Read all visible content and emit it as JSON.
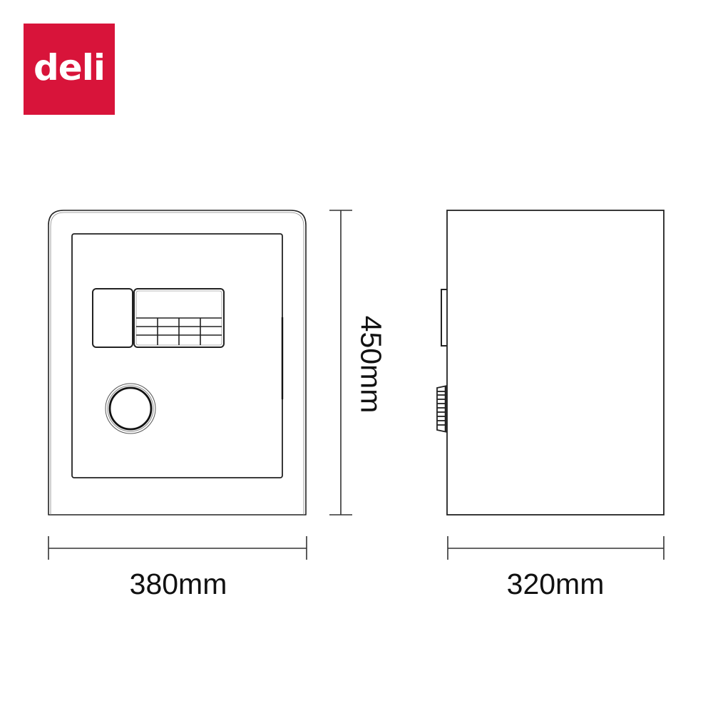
{
  "brand": {
    "logo_text": "deli",
    "logo_color": "#D8143A",
    "logo_text_color": "#FFFFFF"
  },
  "diagram": {
    "title": "Safe dimension drawing",
    "views": [
      {
        "name": "front",
        "parts": [
          "outer-body",
          "door-panel",
          "keypad-module",
          "fingerprint-pad",
          "keypad-grid",
          "rotary-knob"
        ],
        "keypad_grid": {
          "rows": 3,
          "columns": 4
        }
      },
      {
        "name": "side",
        "parts": [
          "body",
          "keypad-protrusion",
          "knurled-knob"
        ]
      }
    ],
    "line_color": "#222222"
  },
  "dimensions": {
    "width": "380mm",
    "height": "450mm",
    "depth": "320mm"
  }
}
